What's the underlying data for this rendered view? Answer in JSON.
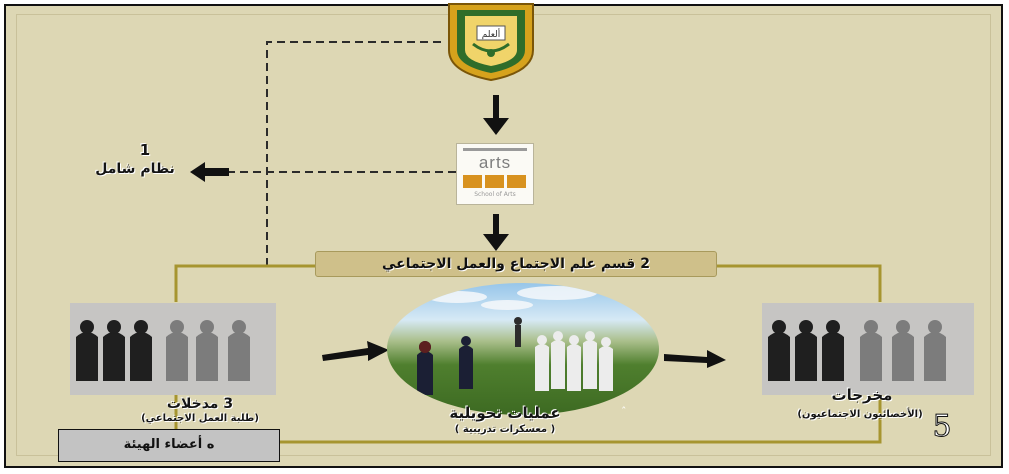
{
  "node_system": {
    "number": "1",
    "label": "نظام شامل"
  },
  "department": {
    "label": "2 قسم علم الاجتماع والعمل الاجتماعي"
  },
  "inputs": {
    "title": "3 مدخلات",
    "subtitle": "(طلبة العمل الاجتماعي)"
  },
  "processes": {
    "title": "عمليات تحويلية",
    "subtitle": "( معسكرات تدريبية )"
  },
  "outputs": {
    "title": "مخرجات",
    "subtitle": "(الأخصائيون الاجتماعيون)"
  },
  "faculty": {
    "label": "ه أعضاء الهيئة"
  },
  "marker_five": "5",
  "stray_mark": "ˆ",
  "logo": {
    "icon": "university-seal-icon",
    "banner": "ألعلم"
  },
  "arts_logo": {
    "icon": "arts-logo-icon",
    "word": "arts",
    "caption": "School of Arts"
  },
  "colors": {
    "background": "#ddd7b4",
    "frame_border": "#111111",
    "connector_line": "#a69530",
    "arrow": "#111111",
    "panel_grey": "#c6c5c3",
    "gown": "#1f1f1f",
    "gown_grey": "#7c7c7c",
    "logo_gold": "#d6a21c",
    "logo_green": "#2f6d2a",
    "arts_orange": "#d8921f"
  }
}
